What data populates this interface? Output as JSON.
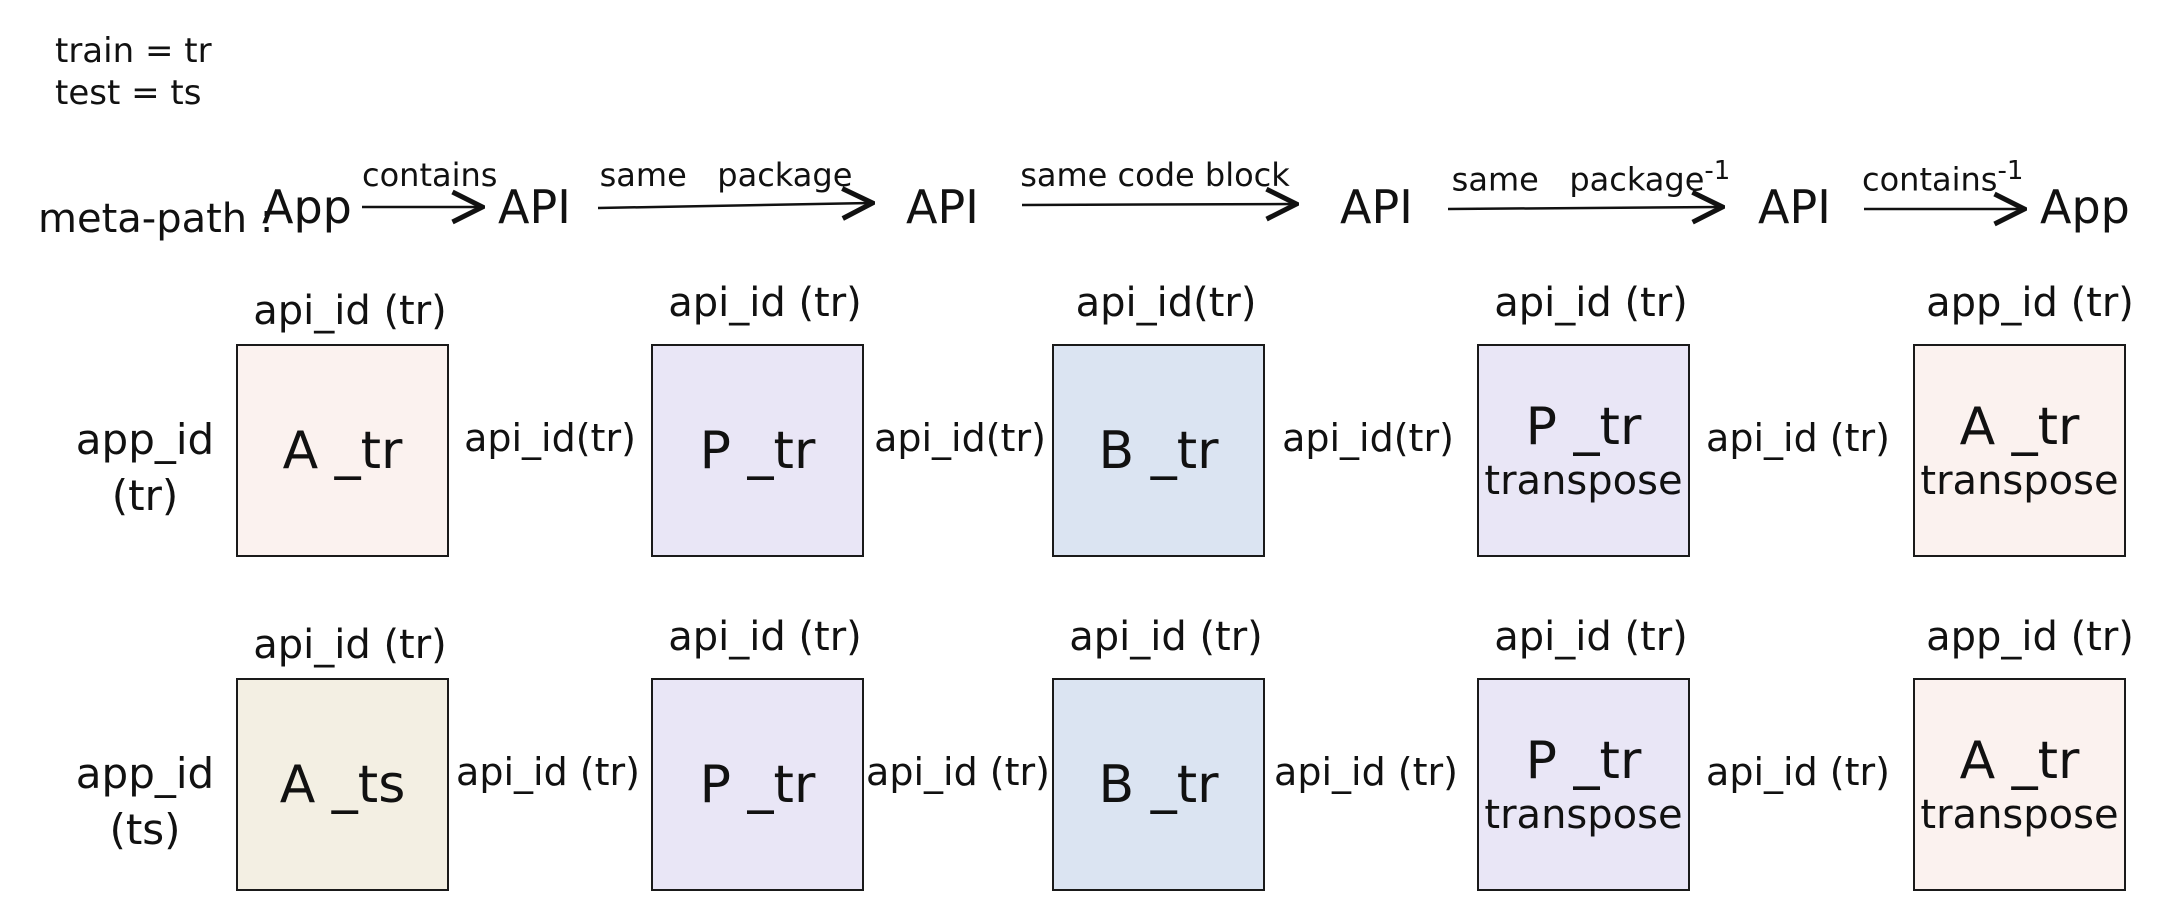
{
  "legend": [
    "train = tr",
    "test = ts"
  ],
  "meta_path": {
    "prefix": "meta-path :",
    "nodes": [
      "App",
      "API",
      "API",
      "API",
      "API",
      "App"
    ],
    "edges": [
      {
        "label": "contains",
        "sup": ""
      },
      {
        "label": "same   package",
        "sup": ""
      },
      {
        "label": "same code block",
        "sup": ""
      },
      {
        "label": "same   package",
        "sup": "-1"
      },
      {
        "label": "contains",
        "sup": "-1"
      }
    ]
  },
  "rows": [
    {
      "label": [
        "app_id",
        "(tr)"
      ],
      "headers": [
        "api_id (tr)",
        "api_id (tr)",
        "api_id(tr)",
        "api_id (tr)",
        "app_id (tr)"
      ],
      "side_labels": [
        "api_id(tr)",
        "api_id(tr)",
        "api_id(tr)",
        "api_id (tr)"
      ],
      "boxes": [
        {
          "main": "A _tr",
          "sub": "",
          "color": "#fbf2ef"
        },
        {
          "main": "P _tr",
          "sub": "",
          "color": "#e9e6f6"
        },
        {
          "main": "B _tr",
          "sub": "",
          "color": "#dbe4f2"
        },
        {
          "main": "P _tr",
          "sub": "transpose",
          "color": "#e9e6f6"
        },
        {
          "main": "A _tr",
          "sub": "transpose",
          "color": "#fbf2ef"
        }
      ]
    },
    {
      "label": [
        "app_id",
        "(ts)"
      ],
      "headers": [
        "api_id (tr)",
        "api_id (tr)",
        "api_id (tr)",
        "api_id (tr)",
        "app_id (tr)"
      ],
      "side_labels": [
        "api_id (tr)",
        "api_id (tr)",
        "api_id (tr)",
        "api_id (tr)"
      ],
      "boxes": [
        {
          "main": "A _ts",
          "sub": "",
          "color": "#f3efe3"
        },
        {
          "main": "P _tr",
          "sub": "",
          "color": "#e9e6f6"
        },
        {
          "main": "B _tr",
          "sub": "",
          "color": "#dbe4f2"
        },
        {
          "main": "P _tr",
          "sub": "transpose",
          "color": "#e9e6f6"
        },
        {
          "main": "A _tr",
          "sub": "transpose",
          "color": "#fbf2ef"
        }
      ]
    }
  ]
}
